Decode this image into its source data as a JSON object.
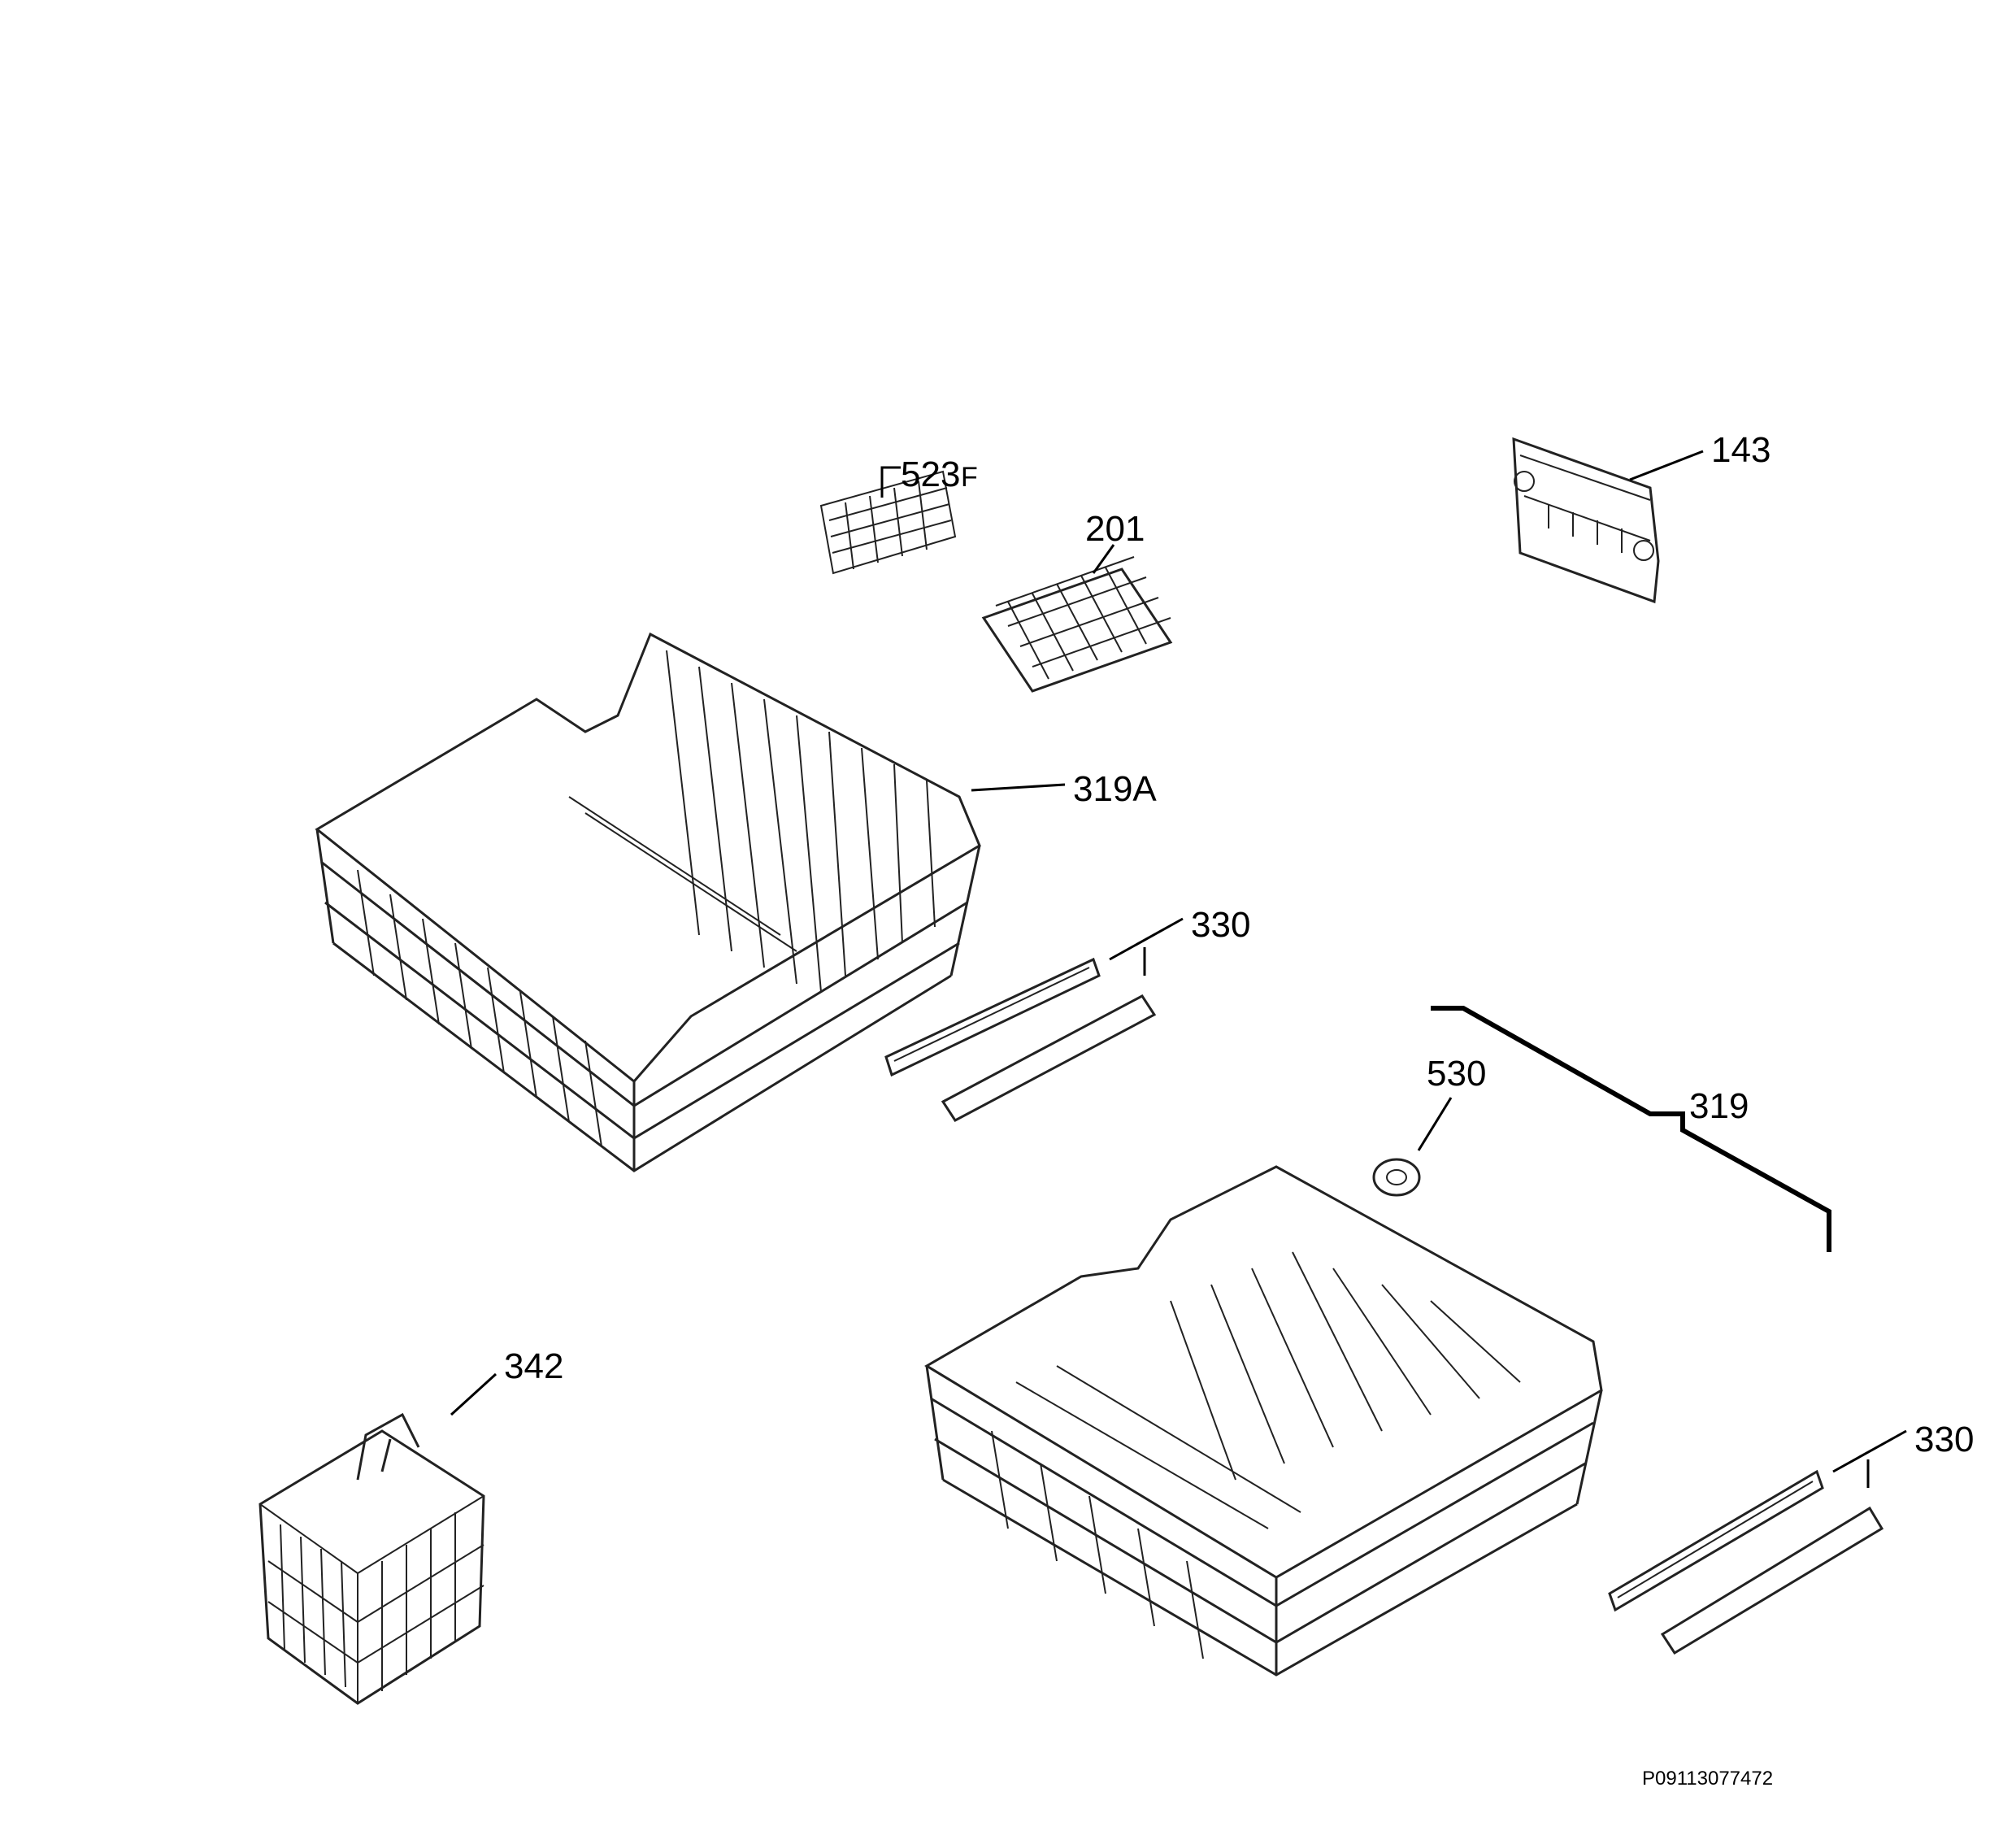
{
  "callouts": {
    "c523": "523",
    "c523_suffix": "F",
    "c201": "201",
    "c143": "143",
    "c319a": "319A",
    "c330_upper": "330",
    "c530": "530",
    "c319": "319",
    "c342": "342",
    "c330_lower": "330"
  },
  "diagram_code": "P09113077472",
  "colors": {
    "ink": "#000000",
    "background": "#ffffff"
  }
}
